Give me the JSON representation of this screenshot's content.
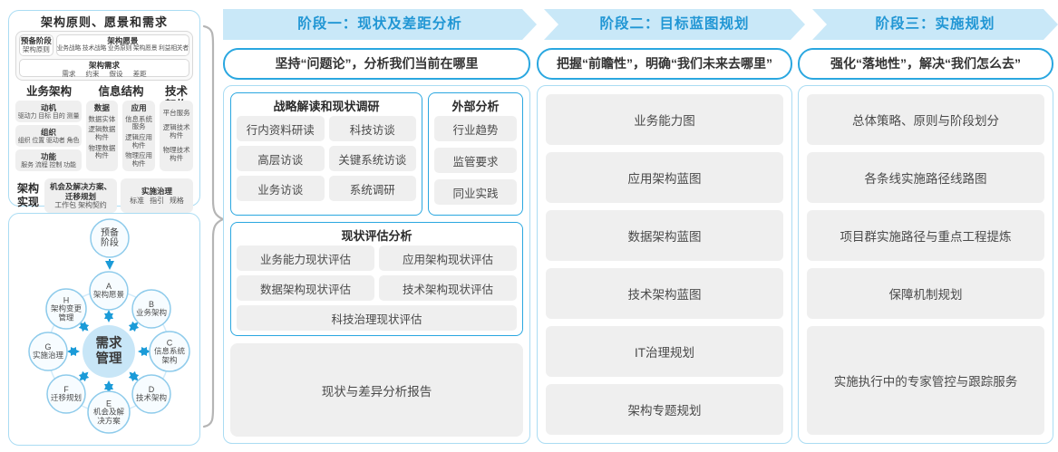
{
  "colors": {
    "accent_blue": "#2aa7e0",
    "band_fill": "#c9e8f8",
    "panel_border": "#aadcf3",
    "item_gray": "#efefef",
    "arrow_blue": "#1b9bd8"
  },
  "left_top": {
    "title": "架构原则、愿景和需求",
    "prep": {
      "title": "预备阶段",
      "sub": "架构原则"
    },
    "vision": {
      "title": "架构愿景",
      "sub": "业务战略 技术战略 业务原则 架构愿景 利益相关者"
    },
    "requirements": {
      "title": "架构需求",
      "sub": "需求 约束 假设 差距"
    },
    "business": {
      "title": "业务架构",
      "items": [
        {
          "title": "动机",
          "sub": "驱动力 目标 目的 测量"
        },
        {
          "title": "组织",
          "sub": "组织 位置 驱动者 角色"
        },
        {
          "title": "功能",
          "sub": "服务 流程 控制 功能"
        }
      ]
    },
    "information": {
      "title": "信息结构",
      "data": {
        "title": "数据",
        "items": [
          "数据实体",
          "逻辑数据构件",
          "物理数据构件"
        ]
      },
      "app": {
        "title": "应用",
        "items": [
          "信息系统服务",
          "逻辑应用构件",
          "物理应用构件"
        ]
      }
    },
    "technology": {
      "title": "技术架构",
      "items": [
        "平台服务",
        "逻辑技术构件",
        "物理技术构件"
      ]
    },
    "implementation": {
      "label": "架构实现",
      "box1": {
        "title": "机会及解决方案、迁移规划",
        "sub": "工作包 架构契约"
      },
      "box2": {
        "title": "实施治理",
        "sub": "标准 指引 规格"
      }
    }
  },
  "adm": {
    "prep": "预备阶段",
    "center": "需求管理",
    "nodes": [
      {
        "id": "A",
        "label": "架构愿景"
      },
      {
        "id": "B",
        "label": "业务架构"
      },
      {
        "id": "C",
        "label": "信息系统架构"
      },
      {
        "id": "D",
        "label": "技术架构"
      },
      {
        "id": "E",
        "label": "机会及解决方案"
      },
      {
        "id": "F",
        "label": "迁移规划"
      },
      {
        "id": "G",
        "label": "实施治理"
      },
      {
        "id": "H",
        "label": "架构变更管理"
      }
    ]
  },
  "phase1": {
    "header": "阶段一：现状及差距分析",
    "subtitle": "坚持“问题论”，分析我们当前在哪里",
    "strategy": {
      "title": "战略解读和现状调研",
      "items": [
        "行内资料研读",
        "科技访谈",
        "高层访谈",
        "关键系统访谈",
        "业务访谈",
        "系统调研"
      ]
    },
    "external": {
      "title": "外部分析",
      "items": [
        "行业趋势",
        "监管要求",
        "同业实践"
      ]
    },
    "assessment": {
      "title": "现状评估分析",
      "items": [
        "业务能力现状评估",
        "应用架构现状评估",
        "数据架构现状评估",
        "技术架构现状评估",
        "科技治理现状评估"
      ]
    },
    "report": "现状与差异分析报告"
  },
  "phase2": {
    "header": "阶段二：目标蓝图规划",
    "subtitle": "把握“前瞻性”，明确“我们未来去哪里”",
    "items": [
      "业务能力图",
      "应用架构蓝图",
      "数据架构蓝图",
      "技术架构蓝图",
      "IT治理规划",
      "架构专题规划"
    ]
  },
  "phase3": {
    "header": "阶段三：实施规划",
    "subtitle": "强化“落地性”，解决“我们怎么去”",
    "items": [
      "总体策略、原则与阶段划分",
      "各条线实施路径线路图",
      "项目群实施路径与重点工程提炼",
      "保障机制规划",
      "实施执行中的专家管控与跟踪服务"
    ]
  }
}
